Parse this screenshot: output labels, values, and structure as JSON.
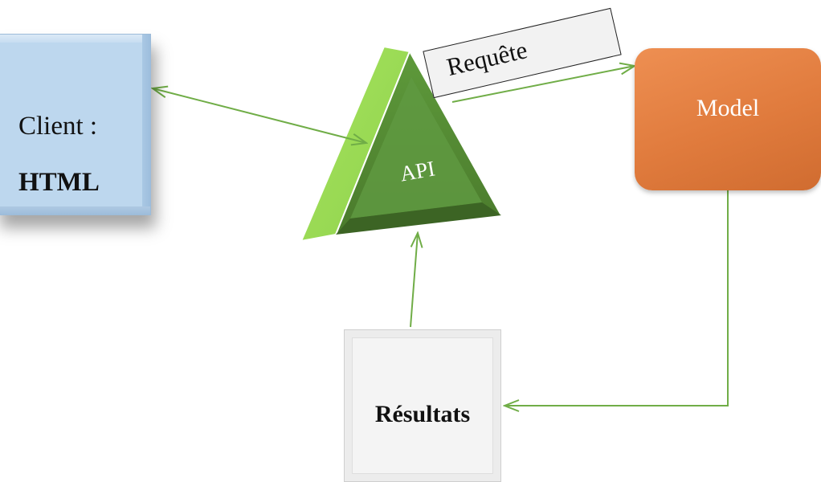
{
  "client": {
    "label_line1": "Client :",
    "label_line2": "HTML"
  },
  "api": {
    "label": "API"
  },
  "request": {
    "label": "Requête"
  },
  "model": {
    "label": "Model"
  },
  "results": {
    "label": "Résultats"
  },
  "colors": {
    "client_fill": "#bdd7ee",
    "api_light": "#92d050",
    "api_dark": "#4e7f2f",
    "model_fill": "#e07b3d",
    "results_fill": "#f2f2f2",
    "arrow": "#70ad47"
  }
}
